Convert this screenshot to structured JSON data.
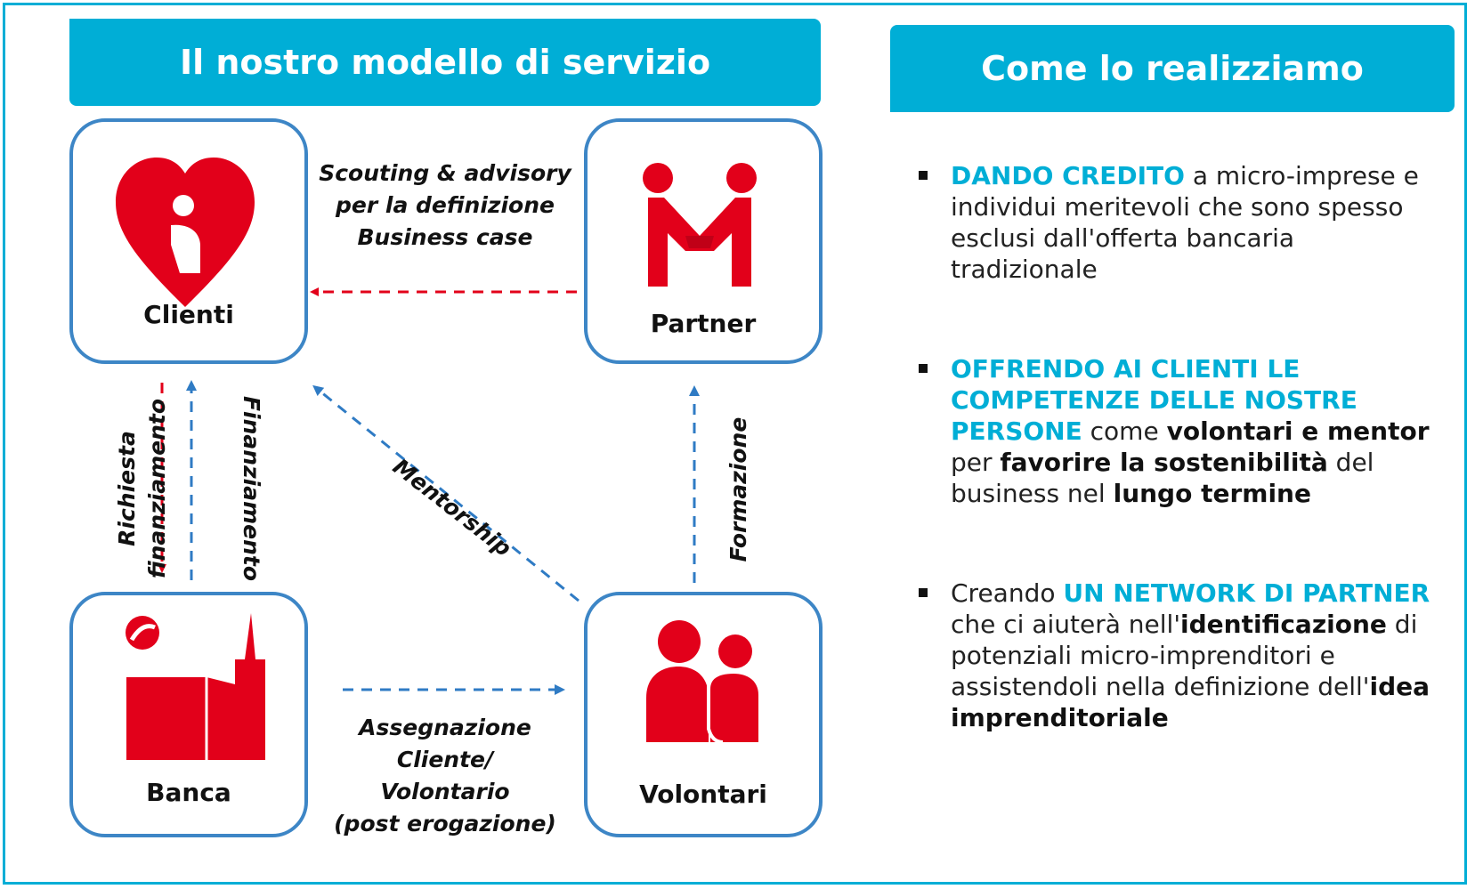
{
  "left_title": "Il nostro modello di servizio",
  "right_title": "Come lo realizziamo",
  "nodes": {
    "clienti": "Clienti",
    "partner": "Partner",
    "banca": "Banca",
    "volontari": "Volontari"
  },
  "edges": {
    "scouting": [
      "Scouting & advisory",
      "per la definizione",
      "Business case"
    ],
    "richiesta": [
      "Richiesta",
      "finanziamento"
    ],
    "finanziamento": "Finanziamento",
    "mentorship": "Mentorship",
    "formazione": "Formazione",
    "assegnazione": [
      "Assegnazione Cliente/",
      "Volontario",
      "(post erogazione)"
    ]
  },
  "bullets": [
    {
      "parts": [
        {
          "t": "DANDO CREDITO",
          "s": "hl"
        },
        {
          "t": " a micro-imprese e individui meritevoli che sono spesso esclusi dall'offerta bancaria tradizionale",
          "s": ""
        }
      ]
    },
    {
      "parts": [
        {
          "t": "OFFRENDO AI CLIENTI LE COMPETENZE DELLE NOSTRE PERSONE",
          "s": "hl"
        },
        {
          "t": " come ",
          "s": ""
        },
        {
          "t": "volontari e mentor",
          "s": "bd"
        },
        {
          "t": " per ",
          "s": ""
        },
        {
          "t": "favorire la sostenibilità",
          "s": "bd"
        },
        {
          "t": " del business nel ",
          "s": ""
        },
        {
          "t": "lungo termine",
          "s": "bd"
        }
      ]
    },
    {
      "parts": [
        {
          "t": "Creando ",
          "s": ""
        },
        {
          "t": "UN NETWORK DI PARTNER",
          "s": "hl"
        },
        {
          "t": " che ci aiuterà nell'",
          "s": ""
        },
        {
          "t": "identificazione",
          "s": "bd"
        },
        {
          "t": " di potenziali micro-imprenditori e assistendoli nella definizione dell'",
          "s": ""
        },
        {
          "t": "idea imprenditoriale",
          "s": "bd"
        }
      ]
    }
  ],
  "colors": {
    "accent": "#00aed6",
    "icon_red": "#e2001a",
    "arrow_blue": "#2f7bc4",
    "node_border": "#3d86c6"
  }
}
